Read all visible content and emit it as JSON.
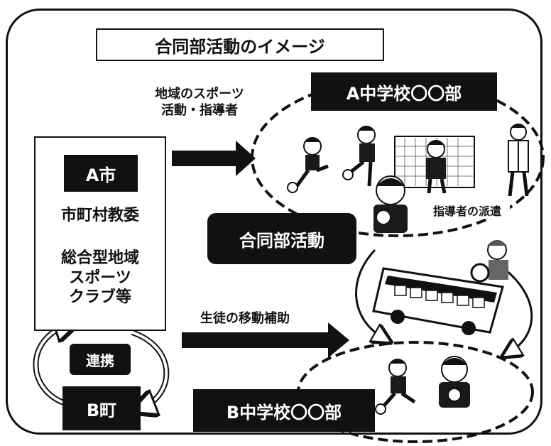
{
  "title": "合同部活動のイメージ",
  "school_a": "A中学校〇〇部",
  "school_b": "B中学校〇〇部",
  "joint_activity": "合同部活動",
  "local_sports": [
    "地域のスポーツ",
    "活動・指導者"
  ],
  "instructor_dispatch": "指導者の派遣",
  "student_transport": "生徒の移動補助",
  "city_a": "A市",
  "board": "市町村教委",
  "sports_club": [
    "総合型地域",
    "スポーツ",
    "クラブ等"
  ],
  "cooperation": "連携",
  "town_b": "B町",
  "colors": {
    "ink": "#111111",
    "background": "#ffffff",
    "jersey": "#1a1a1a"
  },
  "icons": [
    "soccer-player-icon",
    "goalkeeper-icon",
    "coach-icon",
    "bus-icon",
    "bus-driver-icon"
  ]
}
